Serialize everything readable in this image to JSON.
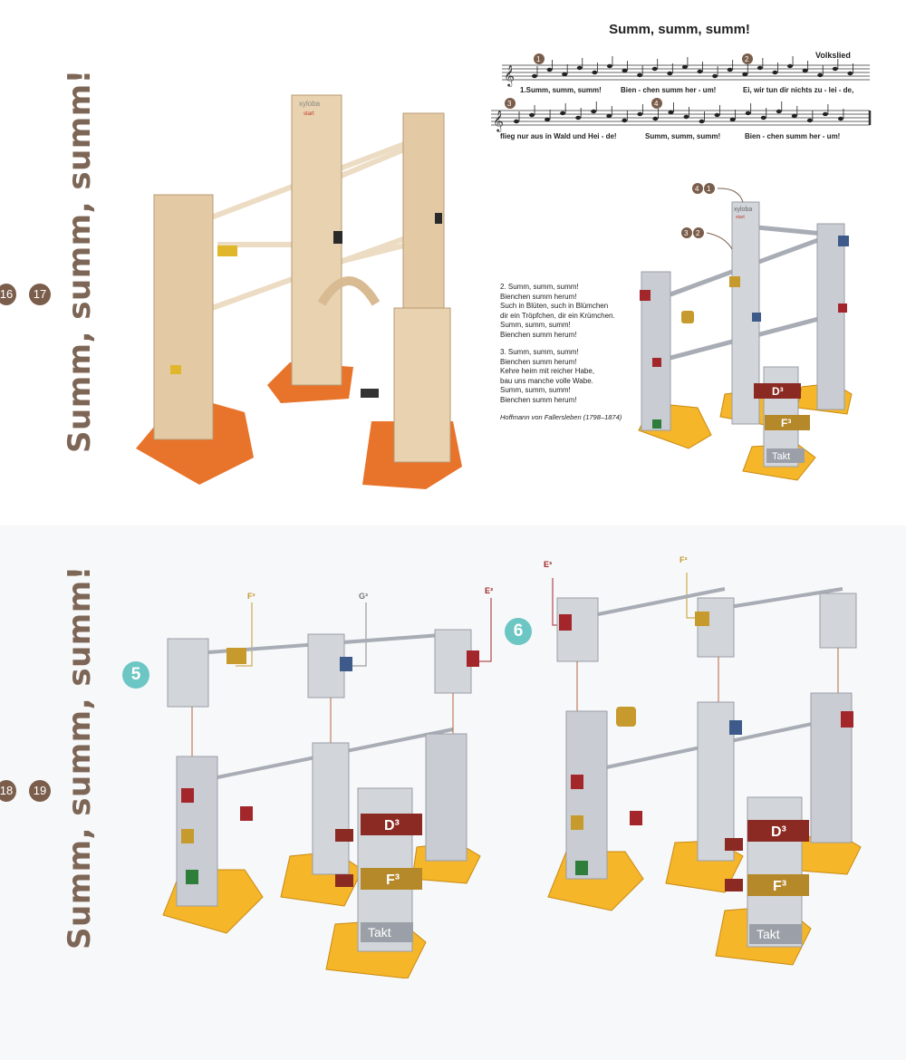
{
  "top": {
    "vertical_title": "Summ, summ, summ!",
    "page_numbers": [
      "16",
      "17"
    ],
    "song": {
      "title": "Summ, summ, summ!",
      "source": "Volkslied",
      "line1_lyrics": [
        "1.Summ, summ, summ!",
        "Bien - chen summ her - um!",
        "Ei,  wir tun dir nichts zu - lei - de,"
      ],
      "line2_lyrics": [
        "flieg nur aus in Wald und Hei - de!",
        "Summ, summ, summ!",
        "Bien - chen summ her - um!"
      ],
      "markers": [
        "1",
        "2",
        "3",
        "4"
      ]
    },
    "verses": [
      "2. Summ, summ, summ!\nBienchen summ herum!\nSuch in Blüten, such in Blümchen\ndir ein Tröpfchen, dir ein Krümchen.\nSumm, summ, summ!\nBienchen summ herum!",
      "3. Summ, summ, summ!\nBienchen summ herum!\nKehre heim mit reicher Habe,\nbau uns manche volle Wabe.\nSumm, summ, summ!\nBienchen summ herum!"
    ],
    "author": "Hoffmann von Fallersleben (1798–1874)",
    "diagram": {
      "callouts": [
        [
          "4",
          "1"
        ],
        [
          "3",
          "2"
        ]
      ],
      "brand": "xyloba",
      "start": "start",
      "plates": [
        "D³",
        "F³",
        "Takt"
      ]
    },
    "photo": {
      "brand": "xyloba",
      "start": "start"
    }
  },
  "bottom": {
    "vertical_title": "Summ, summ, summ!",
    "page_numbers": [
      "18",
      "19"
    ],
    "step5": {
      "number": "5",
      "note_labels": [
        "F³",
        "G³",
        "E³"
      ],
      "plates": [
        "D³",
        "F³",
        "Takt"
      ]
    },
    "step6": {
      "number": "6",
      "note_labels": [
        "E³",
        "F³"
      ],
      "plates": [
        "D³",
        "F³",
        "Takt"
      ]
    }
  },
  "colors": {
    "brand_brown": "#7d6656",
    "badge_brown": "#7a5e4b",
    "teal_step": "#6cc6c4",
    "wood": "#e3c9a4",
    "orange_base": "#e8732a",
    "yellow_base": "#f5b62a",
    "grey_block": "#c9ccd2",
    "note_red": "#a3262a",
    "note_gold": "#c69a2c",
    "note_blue": "#3d5a8a",
    "note_green": "#2e7d3a"
  }
}
